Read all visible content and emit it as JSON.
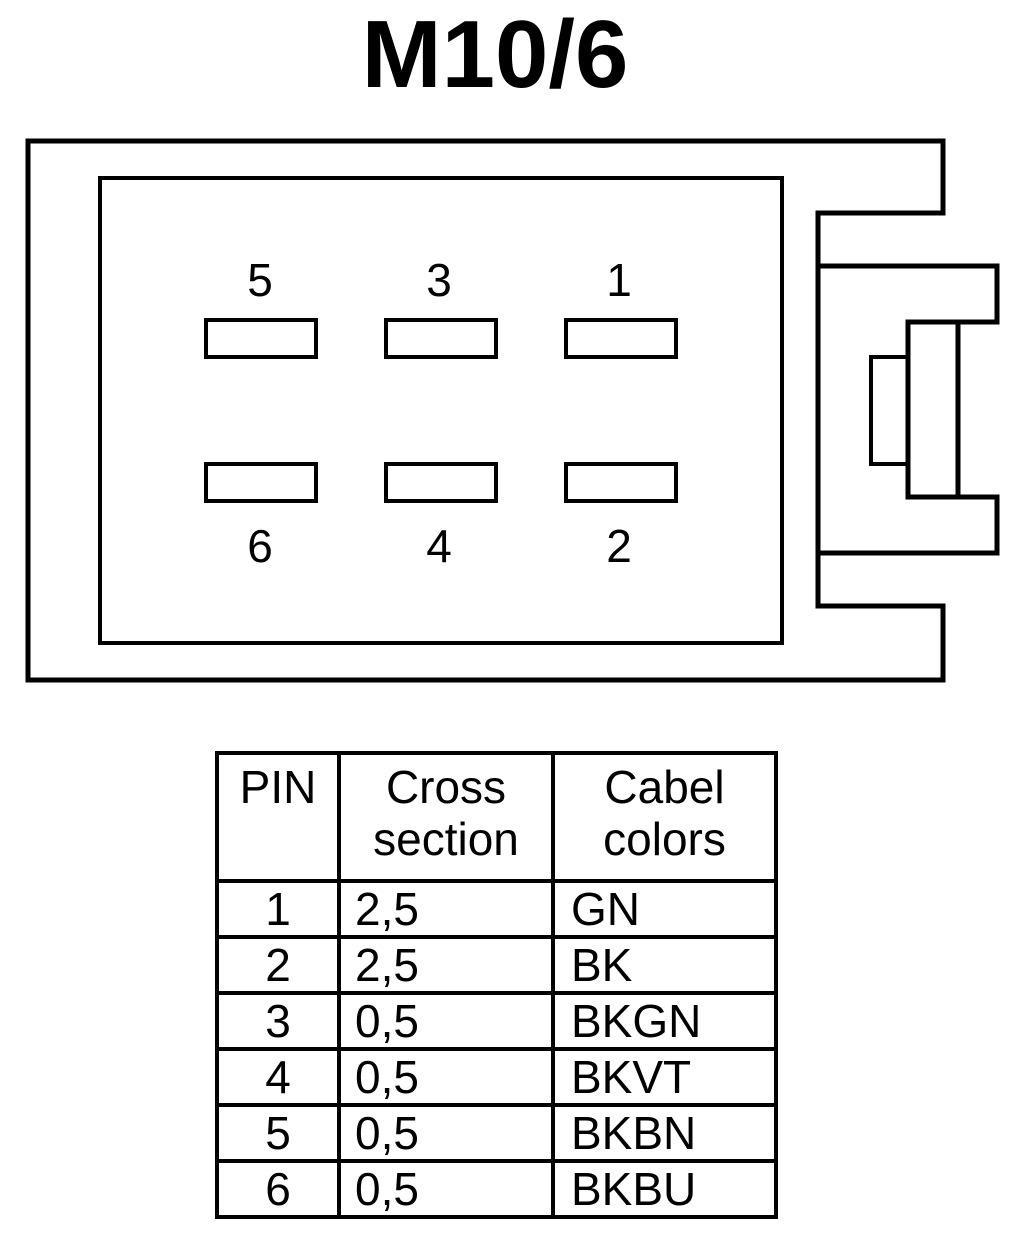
{
  "title": "M10/6",
  "pins_top": [
    "5",
    "3",
    "1"
  ],
  "pins_bottom": [
    "6",
    "4",
    "2"
  ],
  "table": {
    "headers": {
      "pin": "PIN",
      "cross_section": [
        "Cross",
        "section"
      ],
      "colors": [
        "Cabel",
        "colors"
      ]
    },
    "rows": [
      {
        "pin": "1",
        "cross_section": "2,5",
        "color": "GN"
      },
      {
        "pin": "2",
        "cross_section": "2,5",
        "color": "BK"
      },
      {
        "pin": "3",
        "cross_section": "0,5",
        "color": "BKGN"
      },
      {
        "pin": "4",
        "cross_section": "0,5",
        "color": "BKVT"
      },
      {
        "pin": "5",
        "cross_section": "0,5",
        "color": "BKBN"
      },
      {
        "pin": "6",
        "cross_section": "0,5",
        "color": "BKBU"
      }
    ]
  }
}
